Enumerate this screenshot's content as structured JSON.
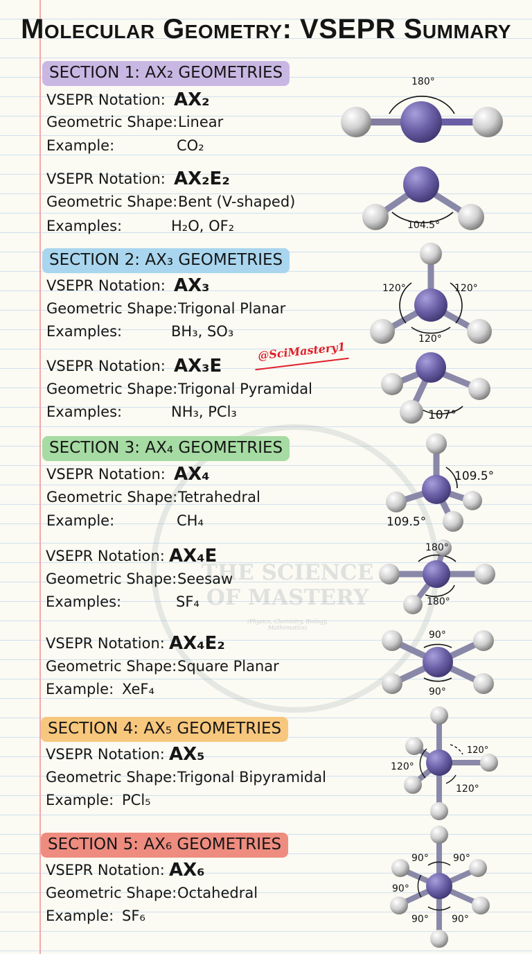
{
  "title": "Molecular Geometry: VSEPR Summary",
  "watermark": {
    "line1": "THE SCIENCE",
    "line2": "OF MASTERY",
    "tagline": "(Physics, Chemistry, Biology, Mathematics)"
  },
  "handle": "@SciMastery1",
  "labels": {
    "notation": "VSEPR Notation:",
    "shape": "Geometric Shape:",
    "example": "Example:",
    "examples": "Examples:"
  },
  "colors": {
    "section1": "#c9b7e3",
    "section2": "#a9d6ee",
    "section3": "#a6dba3",
    "section4": "#f7c77d",
    "section5": "#ee8c80",
    "central_atom": "#6a5fa6",
    "outer_atom": "#d4d4d4",
    "handle": "#e0202a"
  },
  "sections": [
    {
      "header": "SECTION 1: AX₂ GEOMETRIES",
      "entries": [
        {
          "notation": "AX₂",
          "shape": "Linear",
          "example": "CO₂",
          "angles": [
            "180°"
          ]
        },
        {
          "notation": "AX₂E₂",
          "shape": "Bent (V-shaped)",
          "example": "H₂O, OF₂",
          "angles": [
            "104.5°"
          ]
        }
      ]
    },
    {
      "header": "SECTION 2: AX₃ GEOMETRIES",
      "entries": [
        {
          "notation": "AX₃",
          "shape": "Trigonal Planar",
          "example": "BH₃, SO₃",
          "angles": [
            "120°",
            "120°",
            "120°"
          ]
        },
        {
          "notation": "AX₃E",
          "shape": "Trigonal Pyramidal",
          "example": "NH₃, PCl₃",
          "angles": [
            "107°"
          ]
        }
      ]
    },
    {
      "header": "SECTION 3: AX₄ GEOMETRIES",
      "entries": [
        {
          "notation": "AX₄",
          "shape": "Tetrahedral",
          "example": "CH₄",
          "angles": [
            "109.5°",
            "109.5°"
          ]
        },
        {
          "notation": "AX₄E",
          "shape": "Seesaw",
          "example": "SF₄",
          "angles": [
            "180°",
            "180°"
          ]
        },
        {
          "notation": "AX₄E₂",
          "shape": "Square Planar",
          "example": "XeF₄",
          "angles": [
            "90°",
            "90°"
          ]
        }
      ]
    },
    {
      "header": "SECTION 4: AX₅ GEOMETRIES",
      "entries": [
        {
          "notation": "AX₅",
          "shape": "Trigonal Bipyramidal",
          "example": "PCl₅",
          "angles": [
            "120°",
            "120°",
            "120°"
          ]
        }
      ]
    },
    {
      "header": "SECTION 5: AX₆ GEOMETRIES",
      "entries": [
        {
          "notation": "AX₆",
          "shape": "Octahedral",
          "example": "SF₆",
          "angles": [
            "90°",
            "90°",
            "90°",
            "90°",
            "90°"
          ]
        }
      ]
    }
  ]
}
